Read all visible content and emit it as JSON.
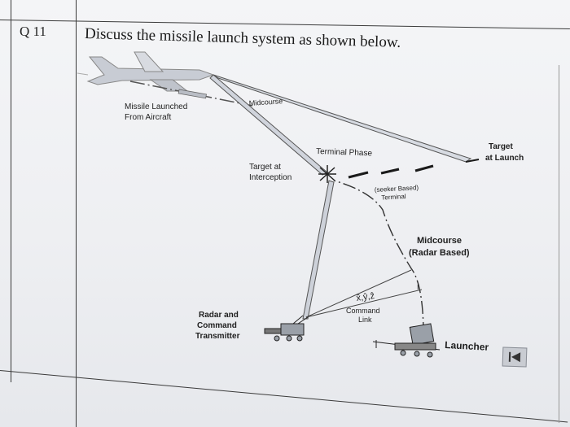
{
  "question": {
    "number": "Q 11",
    "text": "Discuss the missile launch system as shown below."
  },
  "diagram": {
    "labels": {
      "missile_launched": [
        "Missile Launched",
        "From Aircraft"
      ],
      "midcourse_top": "Midcourse",
      "terminal_phase": "Terminal Phase",
      "target_at_launch": [
        "Target",
        "at Launch"
      ],
      "target_at_interception": [
        "Target at",
        "Interception"
      ],
      "seeker_terminal": [
        "(seeker Based)",
        "Terminal"
      ],
      "midcourse_radar": [
        "Midcourse",
        "(Radar Based)"
      ],
      "xyz": "x̂,ŷ,ẑ",
      "command_link": [
        "Command",
        "Link"
      ],
      "radar_transmitter": [
        "Radar and",
        "Command",
        "Transmitter"
      ],
      "launcher": "Launcher"
    },
    "icons": [
      "aircraft-icon",
      "radar-vehicle-icon",
      "launcher-vehicle-icon"
    ]
  }
}
